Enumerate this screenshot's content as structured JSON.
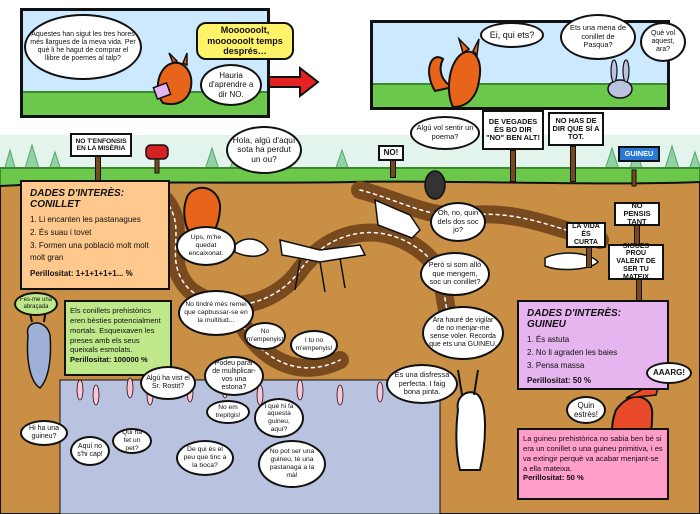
{
  "colors": {
    "sky": "#cde9ff",
    "grass": "#6bc84a",
    "soil": "#c88f45",
    "tunnel": "#7a4a1f",
    "fox": "#e8641a",
    "rabbit_fact_bg": "#ffc88c",
    "fox_fact_bg": "#e6b4ee",
    "green_note_bg": "#bfe88a",
    "pink_note_bg": "#ff9ec8",
    "speech_yellow": "#fff36a",
    "arrow_red": "#e52222",
    "mailbox_red": "#d42222",
    "mailbox_blue": "#2a78d8"
  },
  "panel1": {
    "intro_bubble": "Aquestes han sigut les tres hores més llargues de la meva vida. Per què li he hagut de comprar el llibre de poemes al talp?",
    "yellow_bubble": "Moooooolt, moooooolt temps després…",
    "thought_bubble": "Hauria d'aprendre a dir NO."
  },
  "panel2": {
    "fox_bubble": "Ei, qui ets?",
    "rabbit_bubble": "Ets una mena de conillet de Pasqua?",
    "other_bubble": "Què vol aquest, ara?"
  },
  "signs": {
    "misery": "NO T'ENFONSIS EN LA MISÈRIA",
    "no": "NO!",
    "veggies": "DE VEGADES ÉS BO DIR \"NO\" BEN ALT!",
    "yes_all": "NO HAS DE DIR QUE SÍ A TOT.",
    "guineu_mailbox": "GUINEU",
    "dont_think": "NO PENSIS TANT",
    "life_short": "LA VIDA ÉS CURTA",
    "be_brave": "SIGUES PROU VALENT DE SER TU MATEIX"
  },
  "rabbit_facts": {
    "title": "DADES D'INTERÈS: CONILLET",
    "items": [
      "1. Li encanten les pastanagues",
      "2. És suau i tovet",
      "3. Formen una població molt molt molt gran"
    ],
    "power": "Perillositat: 1+1+1+1+1... %"
  },
  "fox_facts": {
    "title": "DADES D'INTERÈS: GUINEU",
    "items": [
      "1. És astuta",
      "2. No li agraden les baies",
      "3. Pensa massa"
    ],
    "power": "Perillositat: 50 %"
  },
  "green_note": {
    "text": "Els conillets prehistòrics eren bèsties potencialment mortals. Esqueixaven les preses amb els seus queixals esmolats.",
    "power": "Perillositat: 100000 %"
  },
  "pink_note": {
    "text": "La guineu prehistòrica no sabia ben bé si era un conillet o una guineu primitiva, i es va extingir perquè va acabar menjant-se a ella mateixa.",
    "power": "Perillositat: 50 %"
  },
  "underground": {
    "fox_hola": "Hola, algú d'aquí sota ha perdut un ou?",
    "mole_poem": "Algú vol sentir un poema?",
    "who_two": "Oh, no, quin dels dos soc jo?",
    "eat_rabbit": "Però si som allò que mengem, soc un conillet?",
    "stay_alert": "Ara hauré de vigilar de no menjar-me sense voler. Recorda que ets una GUINEU.",
    "disguise": "És una disfressa perfecta. I faig bona pinta.",
    "stuck": "Ups, m'he quedat encaixonat.",
    "wont_bury": "No tindré més remei que capbussar-se en la multitud...",
    "no_push": "No m'empenyis!",
    "you_no_push": "I tu no m'empenyis!",
    "rostit": "Algú ha vist el Sr. Rostit?",
    "talk_moment": "Podeu parar de multiplicar-vos una estona?",
    "stomp": "No em trepitgis!",
    "fox_here": "I què hi fa aquesta guineu, aquí?",
    "guineu": "Hi ha una guineu?",
    "no_room": "Aquí no s'hi cap!",
    "pee": "Qui ha fet un pet?",
    "foot_mouth": "De qui és el peu que tinc a la boca?",
    "carrot": "No pot ser una guineu, té una pastanaga a la mà!",
    "hug": "Fes-me una abraçada",
    "aaarg": "AAARG!",
    "quin_estres": "Quin estrès!"
  }
}
